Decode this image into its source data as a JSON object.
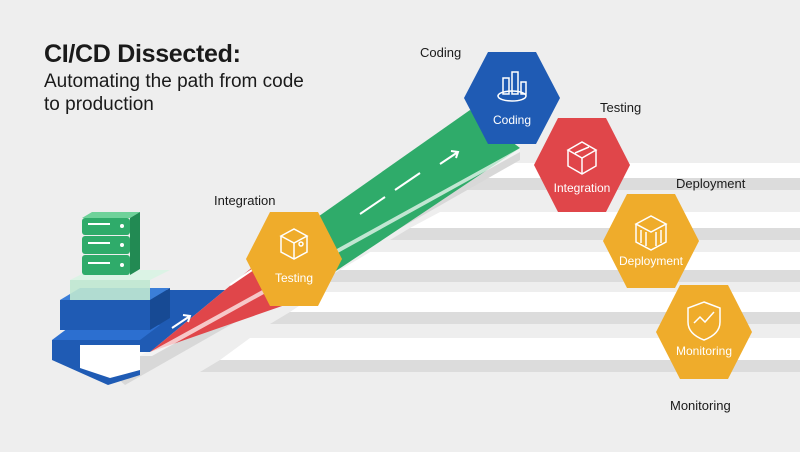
{
  "header": {
    "title": "CI/CD Dissected:",
    "subtitle": "Automating the path from code to production"
  },
  "stages": [
    {
      "id": "coding",
      "hex_label": "Coding",
      "outer_label": "Coding",
      "color": "#1f5bb4",
      "icon": "code-blocks-icon"
    },
    {
      "id": "integration",
      "hex_label": "Integration",
      "outer_label": "Testing",
      "color": "#e0464a",
      "icon": "integration-box-icon"
    },
    {
      "id": "deployment",
      "hex_label": "Deployment",
      "outer_label": "Deployment",
      "color": "#efac2b",
      "icon": "deployment-server-icon"
    },
    {
      "id": "monitoring",
      "hex_label": "Monitoring",
      "outer_label": "Monitoring",
      "color": "#efac2b",
      "icon": "monitoring-shield-icon"
    },
    {
      "id": "testing",
      "hex_label": "Testing",
      "outer_label": "Integration",
      "color": "#efac2b",
      "icon": "testing-package-icon"
    }
  ],
  "colors": {
    "blue": "#1f5bb4",
    "red": "#e0464a",
    "green": "#2fab6a",
    "amber": "#efac2b",
    "background": "#eeeeee"
  }
}
